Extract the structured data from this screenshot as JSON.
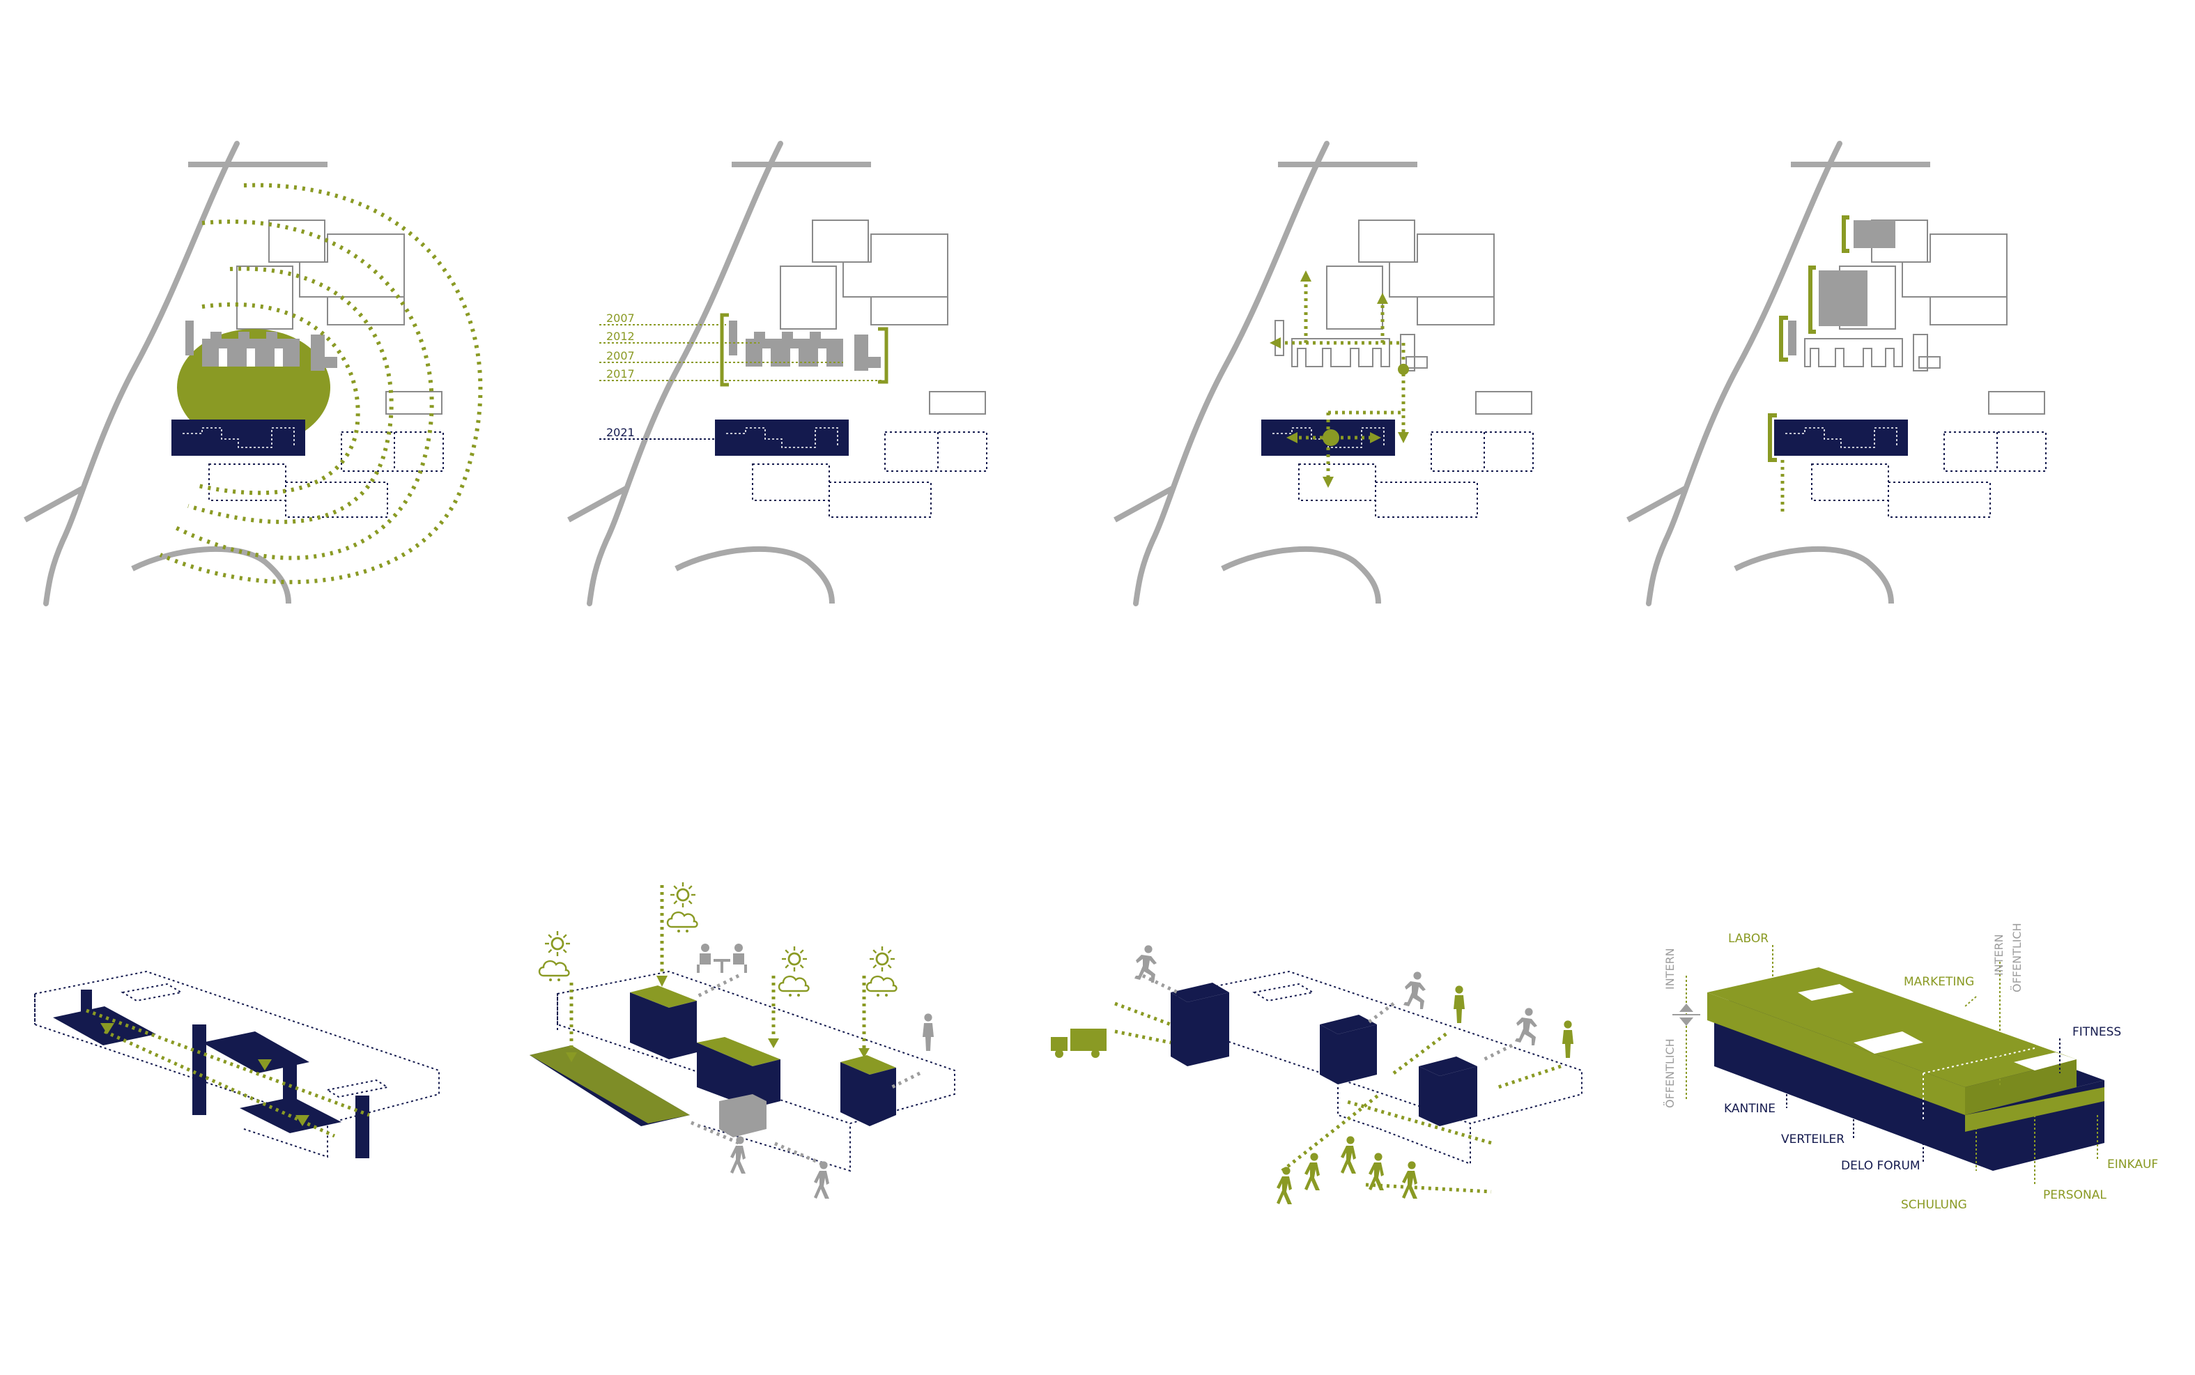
{
  "colors": {
    "navy": "#141a4e",
    "green": "#8a9a24",
    "gray_road": "#a8a8a8",
    "gray_building": "#9d9d9d",
    "outline": "#8a8a8a"
  },
  "panels": [
    {
      "id": "site-context"
    },
    {
      "id": "site-history",
      "year_labels": [
        "2007",
        "2012",
        "2007",
        "2017"
      ],
      "new_building_year": "2021"
    },
    {
      "id": "site-circulation"
    },
    {
      "id": "site-facades"
    }
  ],
  "isometrics": [
    {
      "id": "iso-courtyards"
    },
    {
      "id": "iso-light-and-meeting"
    },
    {
      "id": "iso-access"
    },
    {
      "id": "iso-program",
      "labels": {
        "intern_left": "INTERN",
        "oeffentlich_left": "ÖFFENTLICH",
        "intern_right": "INTERN",
        "oeffentlich_right": "ÖFFENTLICH",
        "labor": "LABOR",
        "marketing": "MARKETING",
        "fitness": "FITNESS",
        "kantine": "KANTINE",
        "verteiler": "VERTEILER",
        "delo_forum": "DELO FORUM",
        "schulung": "SCHULUNG",
        "personal": "PERSONAL",
        "einkauf": "EINKAUF"
      }
    }
  ],
  "icons": [
    "sun-icon",
    "cloud-sun-icon",
    "person-icon",
    "walking-person-icon",
    "running-person-icon",
    "meeting-table-icon",
    "delivery-truck-icon",
    "phone-person-icon"
  ]
}
